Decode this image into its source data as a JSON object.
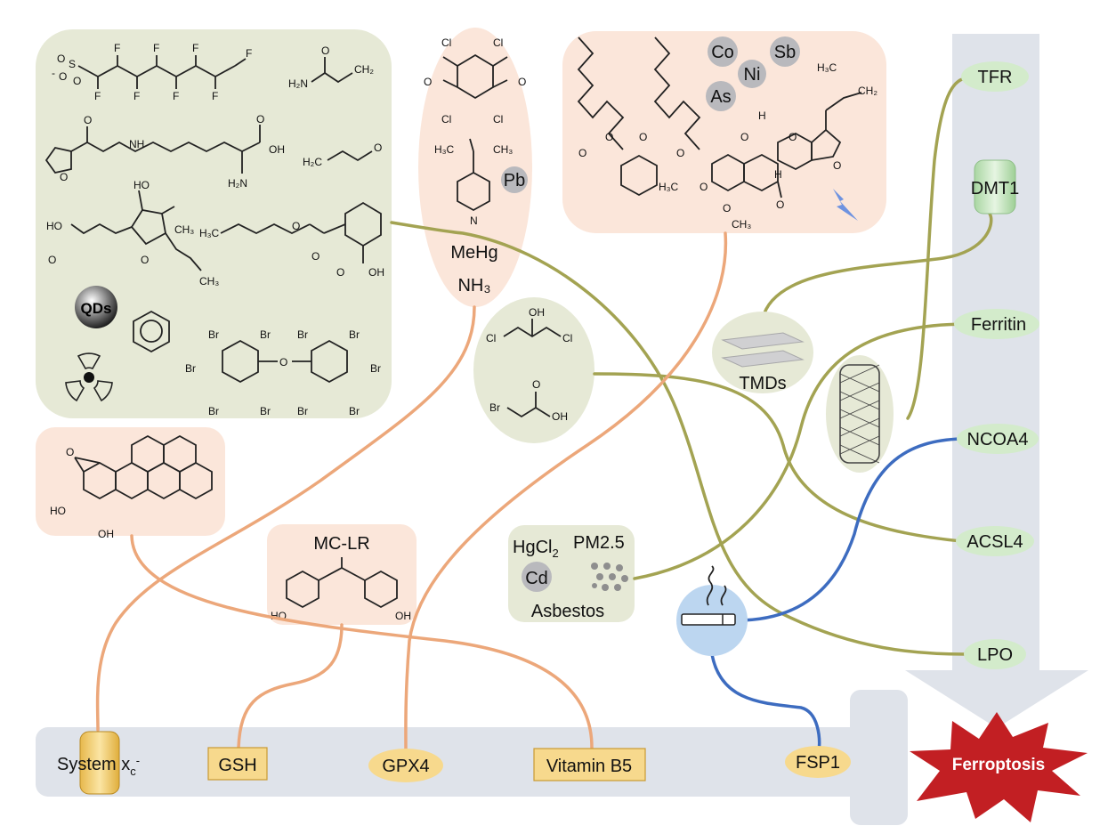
{
  "groups": {
    "organic": {
      "pfos_fluorines": "F",
      "pfos_oxygen": "O",
      "pfos_sulfur": "S",
      "pfos_minus": "-",
      "acrylamide": "H₂N",
      "acrylamide_ch2": "CH₂",
      "acrolein_h2c": "H₂C",
      "acrolein_o": "O",
      "amino_nh": "NH",
      "amino_oh": "OH",
      "amino_h2n": "H₂N",
      "furan_o": "O",
      "ho": "HO",
      "acid_ho": "HO",
      "ch3": "CH₃",
      "dbp_h3c": "H₃C",
      "dbp_o": "O",
      "dbp_oh": "OH",
      "qds": "QDs",
      "br": "Br",
      "ether_o": "O"
    },
    "quinone": {
      "cl": "Cl",
      "o": "O",
      "h3c": "H₃C",
      "ch3": "CH₃",
      "pb": "Pb",
      "n": "N",
      "mehg": "MeHg",
      "nh3": "NH₃"
    },
    "metals": {
      "co": "Co",
      "sb": "Sb",
      "ni": "Ni",
      "as": "As",
      "rot_h3c": "H₃C",
      "rot_ch2": "CH₂",
      "rot_o": "O",
      "rot_h": "H",
      "rot_ch3o": "H₃C",
      "rot_och3": "CH₃"
    },
    "chloro": {
      "oh": "OH",
      "cl": "Cl",
      "br": "Br",
      "o": "O",
      "acid_oh": "OH"
    },
    "bap": {
      "ho": "HO",
      "oh": "OH",
      "o": "O"
    },
    "mclr": {
      "title": "MC-LR",
      "ho": "HO",
      "oh": "OH"
    },
    "hg": {
      "hgcl2": "HgCl",
      "hgcl2_sub": "2",
      "pm25": "PM2.5",
      "cd": "Cd",
      "asbestos": "Asbestos"
    },
    "tmds": "TMDs"
  },
  "targets": {
    "tfr": "TFR",
    "dmt1": "DMT1",
    "ferritin": "Ferritin",
    "ncoa4": "NCOA4",
    "acsl4": "ACSL4",
    "lpo": "LPO"
  },
  "bottom": {
    "system_xc": "System x",
    "system_sub": "c",
    "system_sup": "-",
    "gsh": "GSH",
    "gpx4": "GPX4",
    "vitb5": "Vitamin B5",
    "fsp1": "FSP1"
  },
  "ferroptosis": "Ferroptosis",
  "colors": {
    "green_panel": "#e6e9d6",
    "peach_panel": "#fbe6da",
    "olive_line": "#a3a352",
    "peach_line": "#eca77a",
    "blue_line": "#3d6cc0",
    "pathway": "#dfe3ea",
    "node_green": "#d3ebcb",
    "node_gold": "#f7d98d",
    "star_red": "#c21f23"
  }
}
